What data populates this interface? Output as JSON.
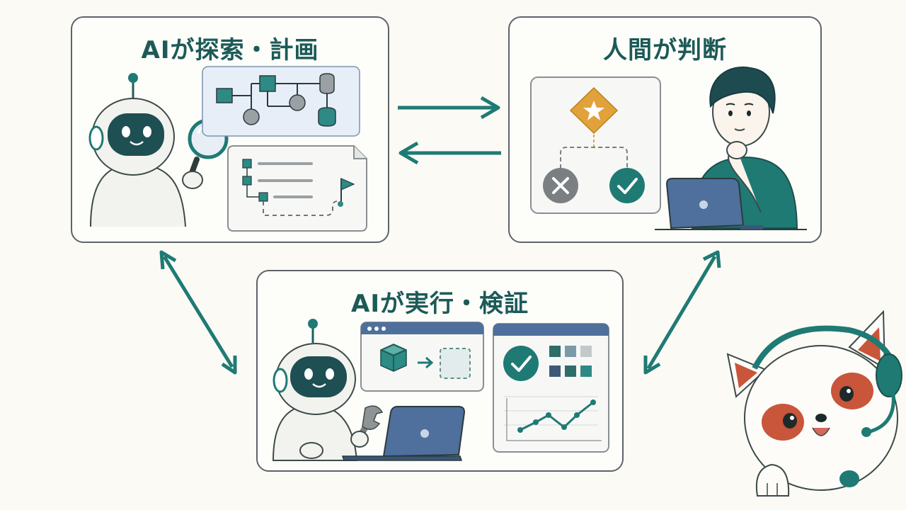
{
  "panels": {
    "explore_plan": {
      "title": "AIが探索・計画"
    },
    "human_judge": {
      "title": "人間が判断"
    },
    "execute_verify": {
      "title": "AIが実行・検証"
    }
  },
  "colors": {
    "teal": "#1f7a74",
    "dark_teal": "#1c5a57",
    "orange": "#e2a23b",
    "gray": "#7b7f82",
    "blue": "#4f6f9c",
    "mascot_red": "#c9553a"
  }
}
